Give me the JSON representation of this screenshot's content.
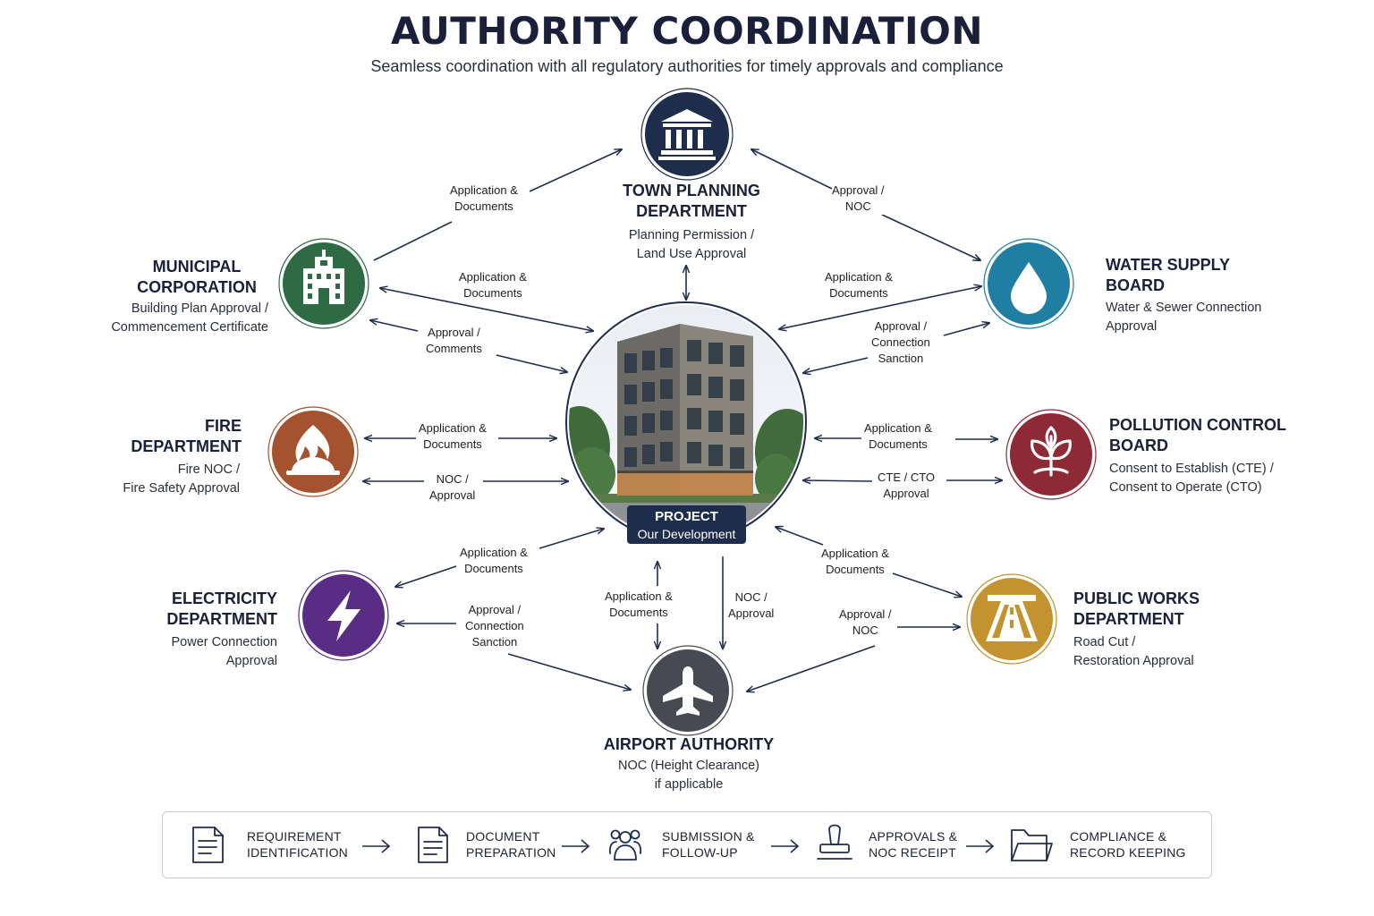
{
  "header": {
    "title": "AUTHORITY COORDINATION",
    "subtitle": "Seamless coordination with all regulatory authorities for timely approvals and compliance"
  },
  "center": {
    "badge_title": "PROJECT",
    "badge_subtitle": "Our Development"
  },
  "authorities": {
    "town_planning": {
      "name": [
        "TOWN PLANNING",
        "DEPARTMENT"
      ],
      "desc": [
        "Planning Permission /",
        "Land Use Approval"
      ],
      "color": "#1f2d4d",
      "icon": "government-building-icon"
    },
    "municipal": {
      "name": [
        "MUNICIPAL",
        "CORPORATION"
      ],
      "desc": [
        "Building Plan Approval /",
        "Commencement Certificate"
      ],
      "color": "#2e6b45",
      "icon": "municipal-building-icon"
    },
    "water": {
      "name": [
        "WATER SUPPLY",
        "BOARD"
      ],
      "desc": [
        "Water & Sewer Connection",
        "Approval"
      ],
      "color": "#1f7ea1",
      "icon": "water-drop-icon"
    },
    "fire": {
      "name": [
        "FIRE",
        "DEPARTMENT"
      ],
      "desc": [
        "Fire NOC /",
        "Fire Safety Approval"
      ],
      "color": "#a5532e",
      "icon": "fire-icon"
    },
    "pollution": {
      "name": [
        "POLLUTION CONTROL",
        "BOARD"
      ],
      "desc": [
        "Consent to Establish (CTE) /",
        "Consent to Operate (CTO)"
      ],
      "color": "#8e2a36",
      "icon": "leaf-icon"
    },
    "electricity": {
      "name": [
        "ELECTRICITY",
        "DEPARTMENT"
      ],
      "desc": [
        "Power Connection",
        "Approval"
      ],
      "color": "#5a2d84",
      "icon": "lightning-icon"
    },
    "public_works": {
      "name": [
        "PUBLIC WORKS",
        "DEPARTMENT"
      ],
      "desc": [
        "Road Cut /",
        "Restoration Approval"
      ],
      "color": "#c3932f",
      "icon": "road-icon"
    },
    "airport": {
      "name": [
        "AIRPORT AUTHORITY"
      ],
      "desc": [
        "NOC (Height Clearance)",
        "if applicable"
      ],
      "color": "#474a52",
      "icon": "airplane-icon"
    }
  },
  "flow_labels": {
    "tp_app": [
      "Application &",
      "Documents"
    ],
    "tp_appr": [
      "Approval /",
      "NOC"
    ],
    "mc_app": [
      "Application &",
      "Documents"
    ],
    "mc_appr": [
      "Approval /",
      "Comments"
    ],
    "ws_app": [
      "Application &",
      "Documents"
    ],
    "ws_appr": [
      "Approval /",
      "Connection",
      "Sanction"
    ],
    "fd_app": [
      "Application &",
      "Documents"
    ],
    "fd_appr": [
      "NOC /",
      "Approval"
    ],
    "pc_app": [
      "Application &",
      "Documents"
    ],
    "pc_appr": [
      "CTE / CTO",
      "Approval"
    ],
    "ed_app": [
      "Application &",
      "Documents"
    ],
    "ed_appr": [
      "Approval /",
      "Connection",
      "Sanction"
    ],
    "aa_app": [
      "Application &",
      "Documents"
    ],
    "aa_appr": [
      "NOC /",
      "Approval"
    ],
    "pw_app": [
      "Application &",
      "Documents"
    ],
    "pw_appr": [
      "Approval /",
      "NOC"
    ]
  },
  "process_steps": [
    {
      "label": [
        "REQUIREMENT",
        "IDENTIFICATION"
      ],
      "icon": "document-list-icon"
    },
    {
      "label": [
        "DOCUMENT",
        "PREPARATION"
      ],
      "icon": "document-icon"
    },
    {
      "label": [
        "SUBMISSION &",
        "FOLLOW-UP"
      ],
      "icon": "team-icon"
    },
    {
      "label": [
        "APPROVALS &",
        "NOC RECEIPT"
      ],
      "icon": "stamp-icon"
    },
    {
      "label": [
        "COMPLIANCE &",
        "RECORD KEEPING"
      ],
      "icon": "folder-icon"
    }
  ]
}
